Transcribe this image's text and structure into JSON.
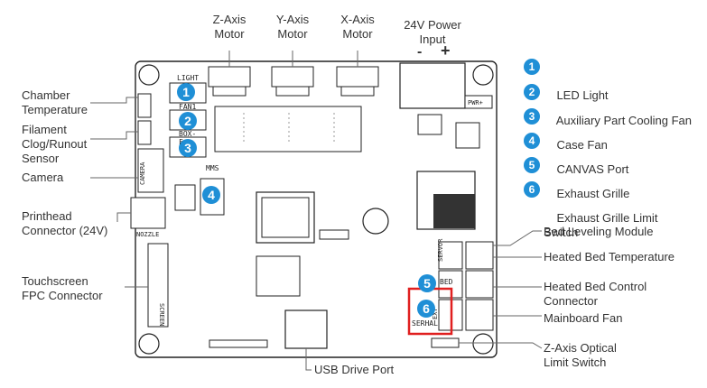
{
  "top_labels": {
    "z_axis": "Z-Axis\nMotor",
    "y_axis": "Y-Axis\nMotor",
    "x_axis": "X-Axis\nMotor",
    "power": "24V Power\nInput",
    "power_minus": "-",
    "power_plus": "+"
  },
  "left_labels": {
    "chamber": "Chamber\nTemperature",
    "filament": "Filament\nClog/Runout\nSensor",
    "camera": "Camera",
    "printhead": "Printhead\nConnector (24V)",
    "touchscreen": "Touchscreen\nFPC Connector"
  },
  "bottom_label": "USB Drive Port",
  "right_labels": {
    "bed_leveling": "Bed Leveling Module",
    "heated_bed_temp": "Heated Bed Temperature",
    "heated_bed_control": "Heated Bed Control\nConnector",
    "mainboard_fan": "Mainboard Fan",
    "z_optical": "Z-Axis Optical\nLimit Switch"
  },
  "legend": [
    {
      "num": "1",
      "label": "LED Light"
    },
    {
      "num": "2",
      "label": "Auxiliary Part Cooling Fan"
    },
    {
      "num": "3",
      "label": "Case Fan"
    },
    {
      "num": "4",
      "label": "CANVAS Port"
    },
    {
      "num": "5",
      "label": "Exhaust Grille"
    },
    {
      "num": "6",
      "label": "Exhaust Grille Limit\nSwitch"
    }
  ],
  "board_markers": [
    {
      "num": "1",
      "silk": "LIGHT"
    },
    {
      "num": "2",
      "silk": "FAN1"
    },
    {
      "num": "3",
      "silk": "BOX-F"
    },
    {
      "num": "4",
      "silk": "MMS"
    },
    {
      "num": "5",
      "silk": "BED"
    },
    {
      "num": "6",
      "silk": "SERHAL"
    }
  ],
  "silkscreen": {
    "nozzle": "NOZZLE",
    "screen": "SCREEN",
    "camera": "CAMERA",
    "pwr": "PWR+",
    "servor": "SERVOR",
    "ext": "EXT"
  },
  "colors": {
    "accent": "#1f8fd6",
    "highlight": "#e01f1f",
    "board": "#ffffff",
    "outline": "#222222"
  }
}
